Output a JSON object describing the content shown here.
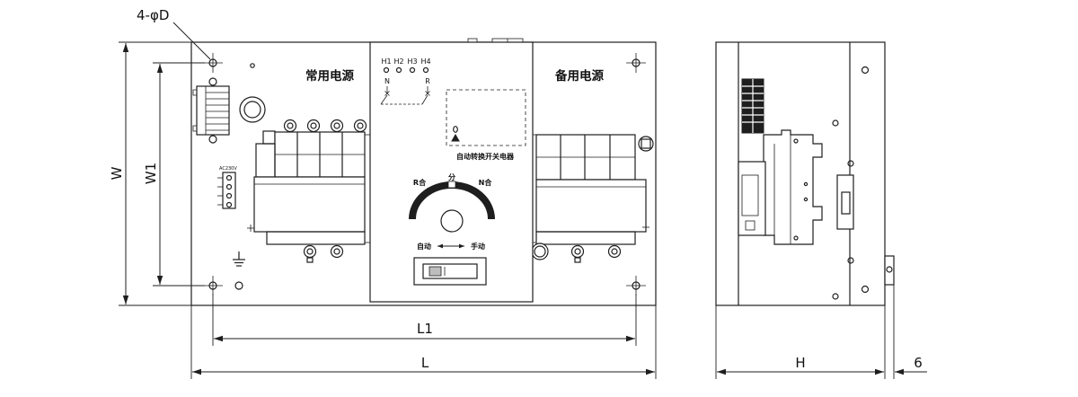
{
  "drawing": {
    "hole_callout": "4-φD",
    "dimensions": {
      "overall_width": "W",
      "hole_width": "W1",
      "hole_length": "L1",
      "overall_length": "L",
      "depth": "H",
      "flange_thickness": "6"
    },
    "front_view": {
      "normal_power": "常用电源",
      "backup_power": "备用电源",
      "indicators": [
        "H1",
        "H2",
        "H3",
        "H4"
      ],
      "switch_n": "N",
      "switch_r": "R",
      "controller": "自动转换开关电器",
      "dial": {
        "r_closed": "R合",
        "off": "分",
        "n_closed": "N合"
      },
      "mode": {
        "auto": "自动",
        "manual": "手动"
      },
      "terminal_voltage": "AC230V"
    }
  }
}
